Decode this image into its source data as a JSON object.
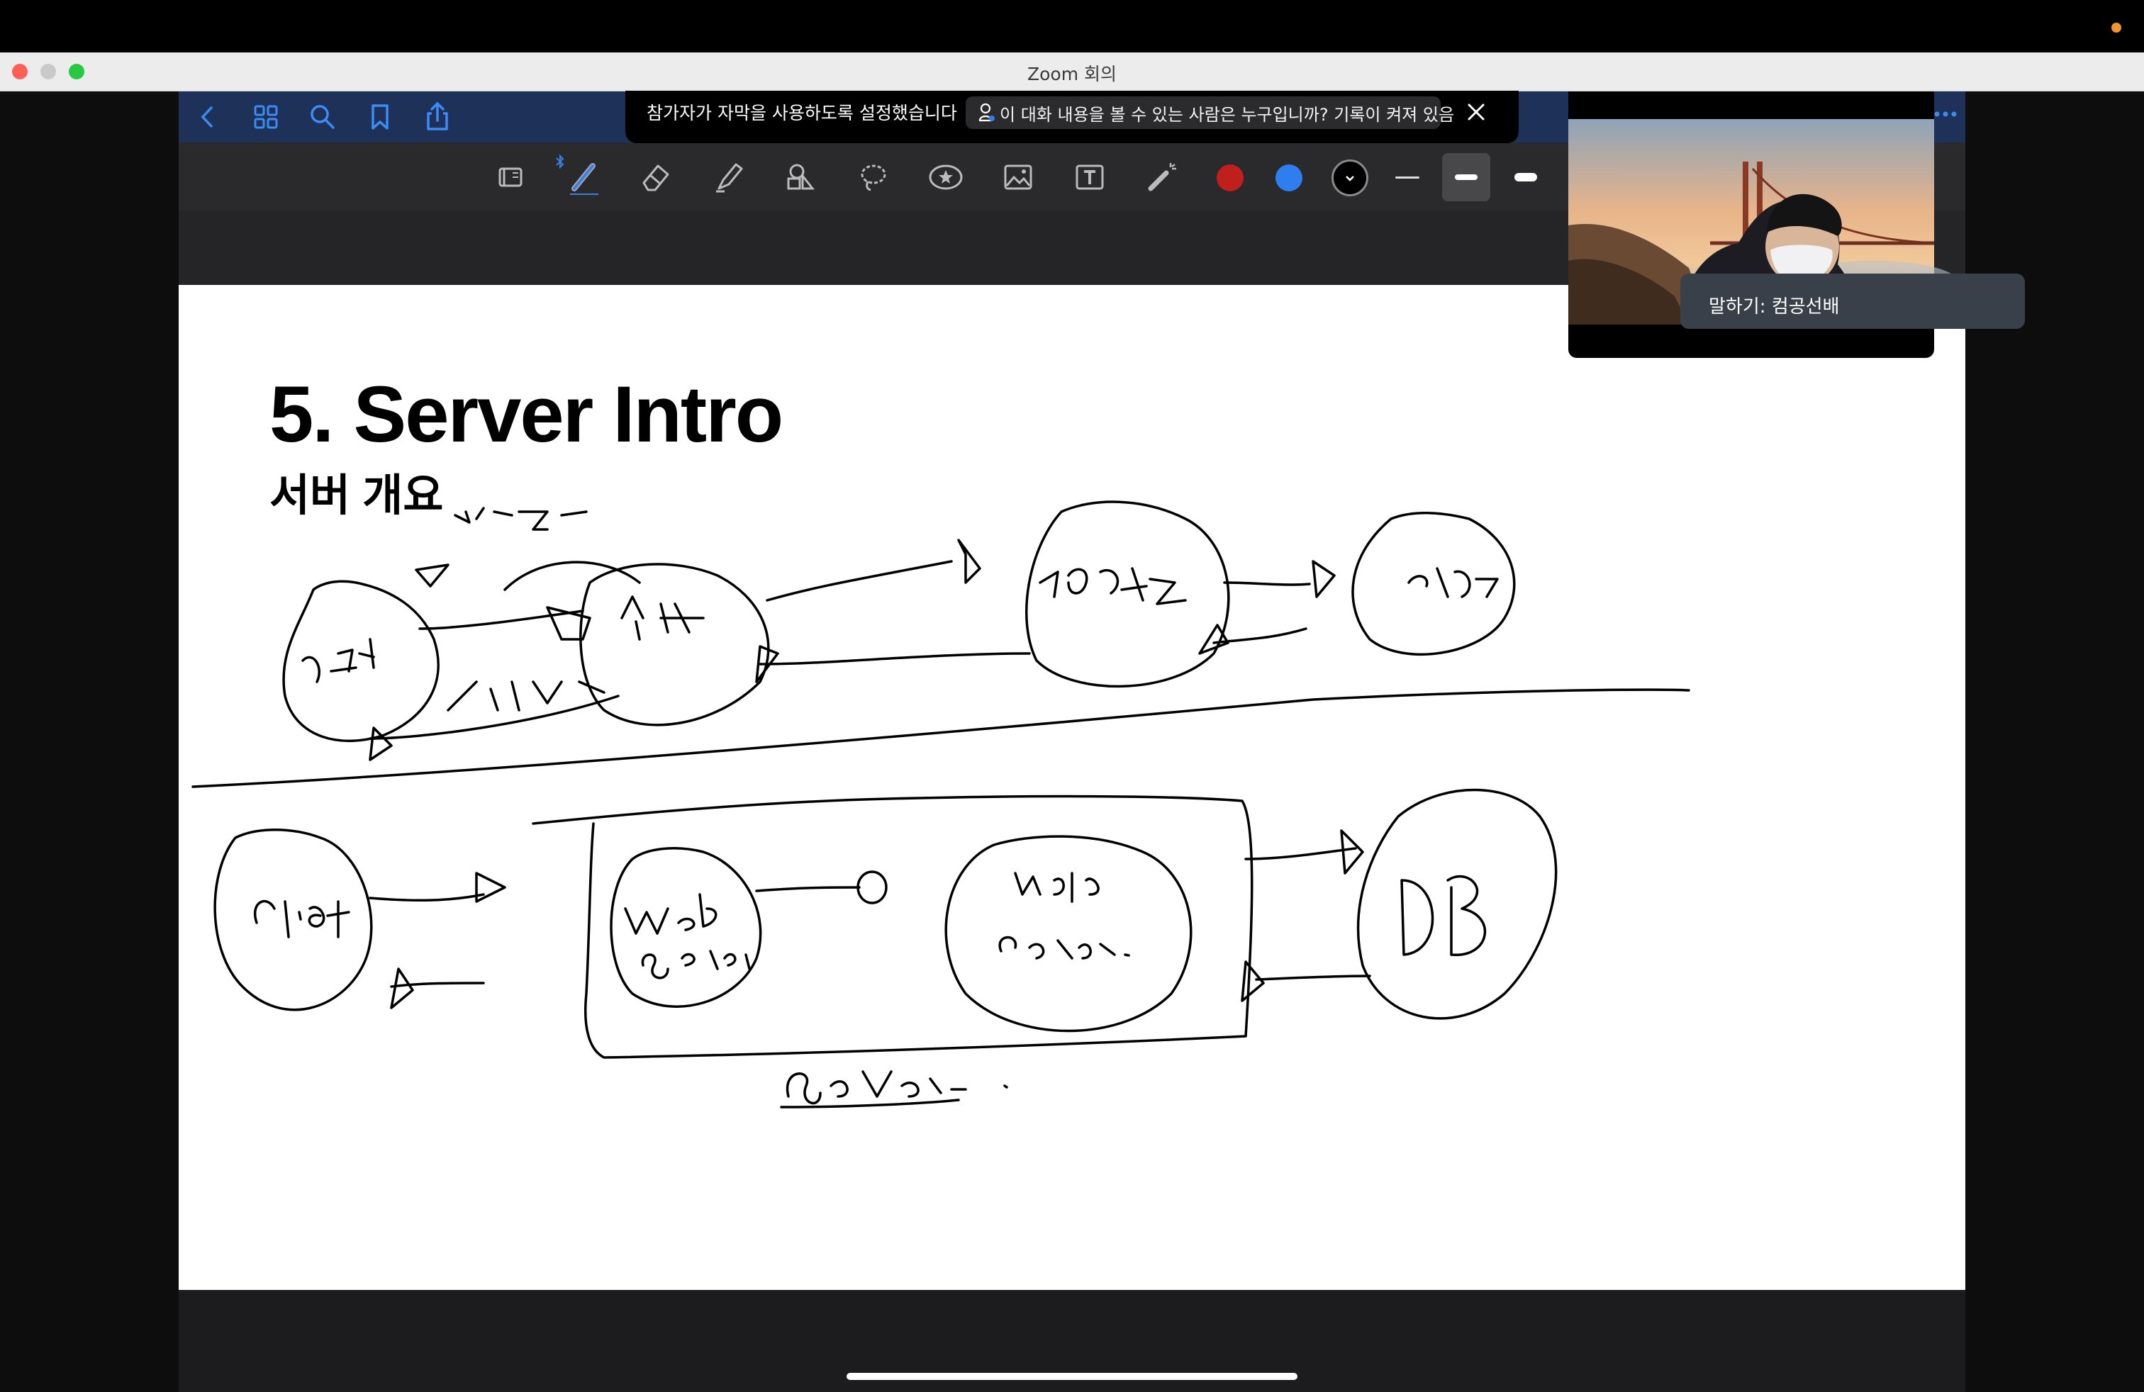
{
  "window": {
    "title": "Zoom 회의"
  },
  "banner": {
    "message": "참가자가 자막을 사용하도록 설정했습니다",
    "info": "이 대화 내용을 볼 수 있는 사람은 누구입니까? 기록이 켜져 있음"
  },
  "speaker": {
    "label": "말하기: 컴공선배"
  },
  "slide": {
    "title": "5. Server Intro",
    "subtitle": "서버 개요"
  },
  "toolbar": {
    "colors": [
      "#c0201c",
      "#2f7ef0",
      "#000000"
    ],
    "active_tool": "pen-tool",
    "stroke_widths": [
      "thin",
      "medium",
      "thick"
    ]
  },
  "colors": {
    "nav_bg": "#1e3158",
    "nav_icon": "#3d8cf5",
    "status_dot": "#f0962e"
  }
}
